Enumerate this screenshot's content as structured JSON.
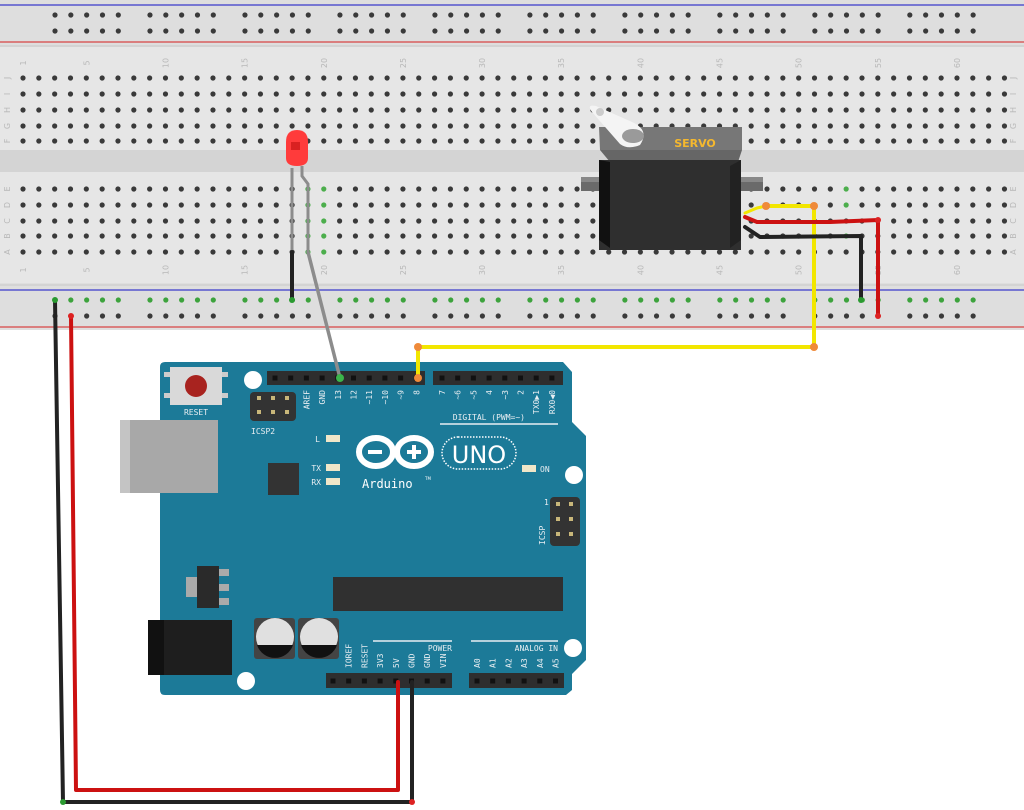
{
  "breadboard": {
    "columns": 63,
    "row_letters_top": [
      "J",
      "I",
      "H",
      "G",
      "F"
    ],
    "row_letters_bottom": [
      "E",
      "D",
      "C",
      "B",
      "A"
    ],
    "column_labels": [
      "1",
      "5",
      "10",
      "15",
      "20",
      "25",
      "30",
      "35",
      "40",
      "45",
      "50",
      "55",
      "60"
    ]
  },
  "led": {
    "color": "#ff3333"
  },
  "servo": {
    "label": "SERVO",
    "label_color": "#f5b82e"
  },
  "arduino": {
    "reset_label": "RESET",
    "icsp2_label": "ICSP2",
    "icsp_label": "ICSP",
    "icsp_pin1": "1",
    "digital_label": "DIGITAL (PWM=~)",
    "digital_pins_left": [
      "",
      "",
      "AREF",
      "GND",
      "13",
      "12",
      "~11",
      "~10",
      "~9",
      "8"
    ],
    "digital_pins_right": [
      "7",
      "~6",
      "~5",
      "4",
      "~3",
      "2",
      "TX0▶1",
      "RX0◀0"
    ],
    "led_labels": {
      "l": "L",
      "tx": "TX",
      "rx": "RX",
      "on": "ON"
    },
    "logo_text": "Arduino",
    "tm": "TM",
    "model": "UNO",
    "power_label": "POWER",
    "power_pins": [
      "",
      "IOREF",
      "RESET",
      "3V3",
      "5V",
      "GND",
      "GND",
      "VIN"
    ],
    "analog_label": "ANALOG IN",
    "analog_pins": [
      "A0",
      "A1",
      "A2",
      "A3",
      "A4",
      "A5"
    ],
    "board_color": "#1c7a98"
  },
  "wires": {
    "red": "#cc1111",
    "black": "#222222",
    "yellow": "#f2e600",
    "gray": "#8c8c8c"
  }
}
